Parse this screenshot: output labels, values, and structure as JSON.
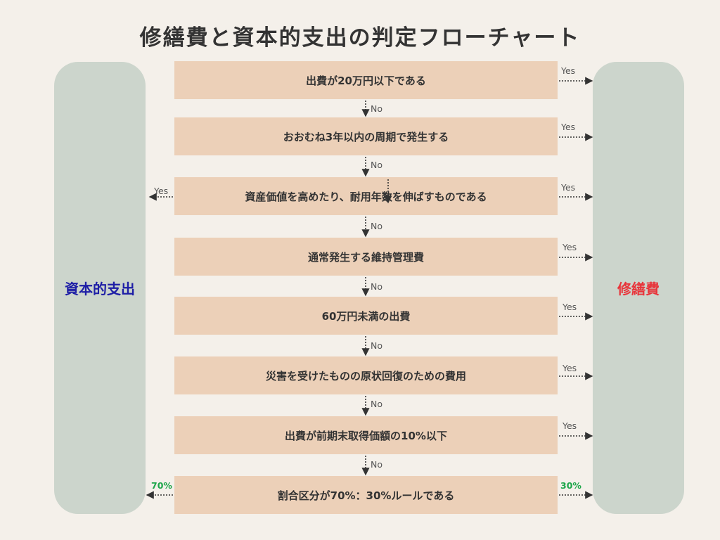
{
  "title": "修繕費と資本的支出の判定フローチャート",
  "left_result": "資本的支出",
  "right_result": "修繕費",
  "colors": {
    "left_result": "#1e1ea6",
    "right_result": "#e8353b",
    "percent": "#1ea64a",
    "box": "#ecd0b8",
    "pill": "#ccd5cc"
  },
  "steps": [
    {
      "label": "出費が20万円以下である",
      "right": "Yes",
      "down": "No"
    },
    {
      "label": "おおむね3年以内の周期で発生する",
      "right": "Yes",
      "down": "No"
    },
    {
      "label": "資産価値を高めたり、耐用年数を伸ばすものである",
      "left": "Yes",
      "right": "Yes",
      "down": "No"
    },
    {
      "label": "通常発生する維持管理費",
      "right": "Yes",
      "down": "No"
    },
    {
      "label": "60万円未満の出費",
      "right": "Yes",
      "down": "No"
    },
    {
      "label": "災害を受けたものの原状回復のための費用",
      "right": "Yes",
      "down": "No"
    },
    {
      "label": "出費が前期末取得価額の10%以下",
      "right": "Yes",
      "down": "No"
    },
    {
      "label": "割合区分が70%：30%ルールである",
      "left": "70%",
      "right": "30%"
    }
  ]
}
